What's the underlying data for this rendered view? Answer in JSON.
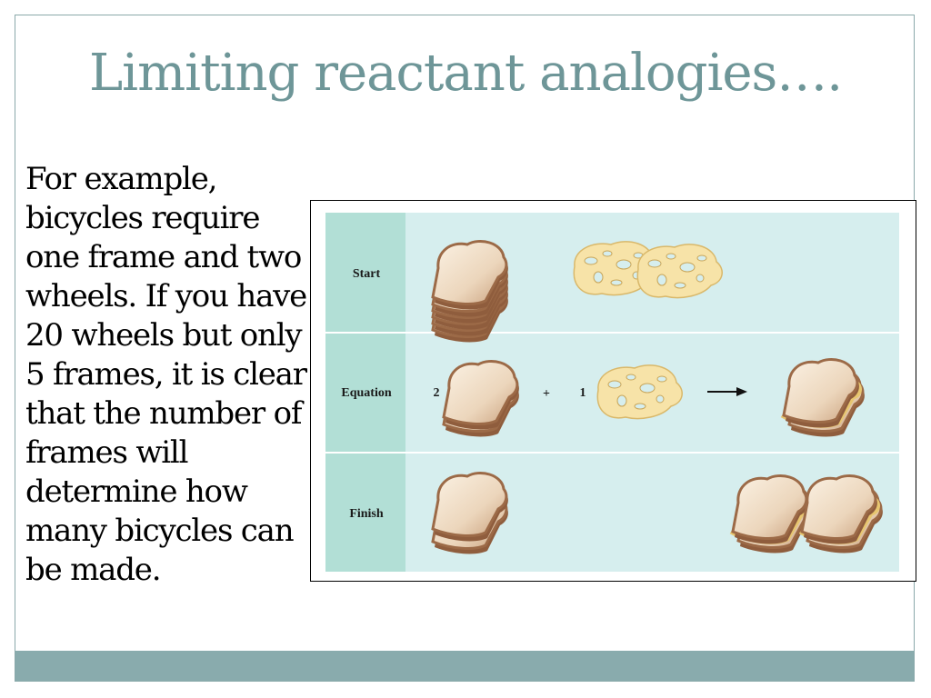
{
  "slide": {
    "title": "Limiting reactant analogies….",
    "body": "For example, bicycles require one frame and two wheels.  If you have 20 wheels but only 5 frames, it is clear that the number of frames will determine how many bicycles can be made."
  },
  "figure": {
    "rows": [
      {
        "label": "Start"
      },
      {
        "label": "Equation"
      },
      {
        "label": "Finish"
      }
    ],
    "equation": {
      "bread_coefficient": "2",
      "plus": "+",
      "cheese_coefficient": "1"
    }
  },
  "colors": {
    "title": "#6e9698",
    "footer_bar": "#89abad",
    "panel_bg": "#d6eeee",
    "label_bg": "#b2dfd6",
    "bread_crust": "#9c6a47",
    "bread_face": "#f0dfc8",
    "cheese": "#f7e3a8"
  },
  "icons": [
    "bread-slice-icon",
    "cheese-slice-icon",
    "sandwich-icon",
    "arrow-right-icon"
  ]
}
